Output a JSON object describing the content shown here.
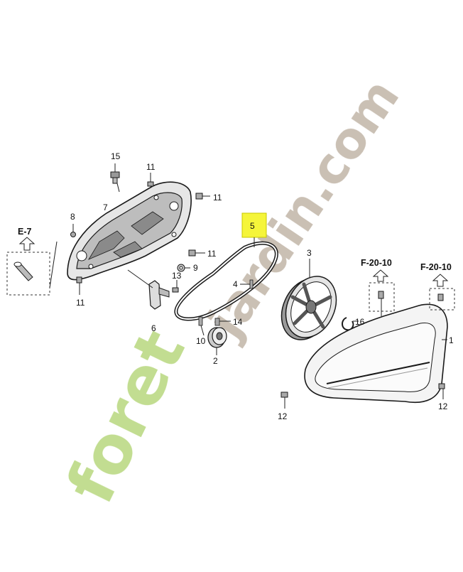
{
  "watermark": {
    "text_green": "foret",
    "text_gray": "jardin.com",
    "colors": {
      "green": "#bfdc8c",
      "gray": "#c8bdb0"
    }
  },
  "refs": {
    "e7": "E-7",
    "f20_left": "F-20-10",
    "f20_right": "F-20-10"
  },
  "callouts": {
    "p1": "1",
    "p2": "2",
    "p3": "3",
    "p4": "4",
    "p5": "5",
    "p6": "6",
    "p7": "7",
    "p8": "8",
    "p9": "9",
    "p10": "10",
    "p11a": "11",
    "p11b": "11",
    "p11c": "11",
    "p11d": "11",
    "p12a": "12",
    "p12b": "12",
    "p13": "13",
    "p14": "14",
    "p15": "15",
    "p16": "16"
  },
  "highlight": {
    "part": "5",
    "color": "#f5f53a"
  },
  "colors": {
    "line": "#1a1a1a",
    "part_fill": "#ffffff",
    "part_shade": "#d9d9d9"
  }
}
